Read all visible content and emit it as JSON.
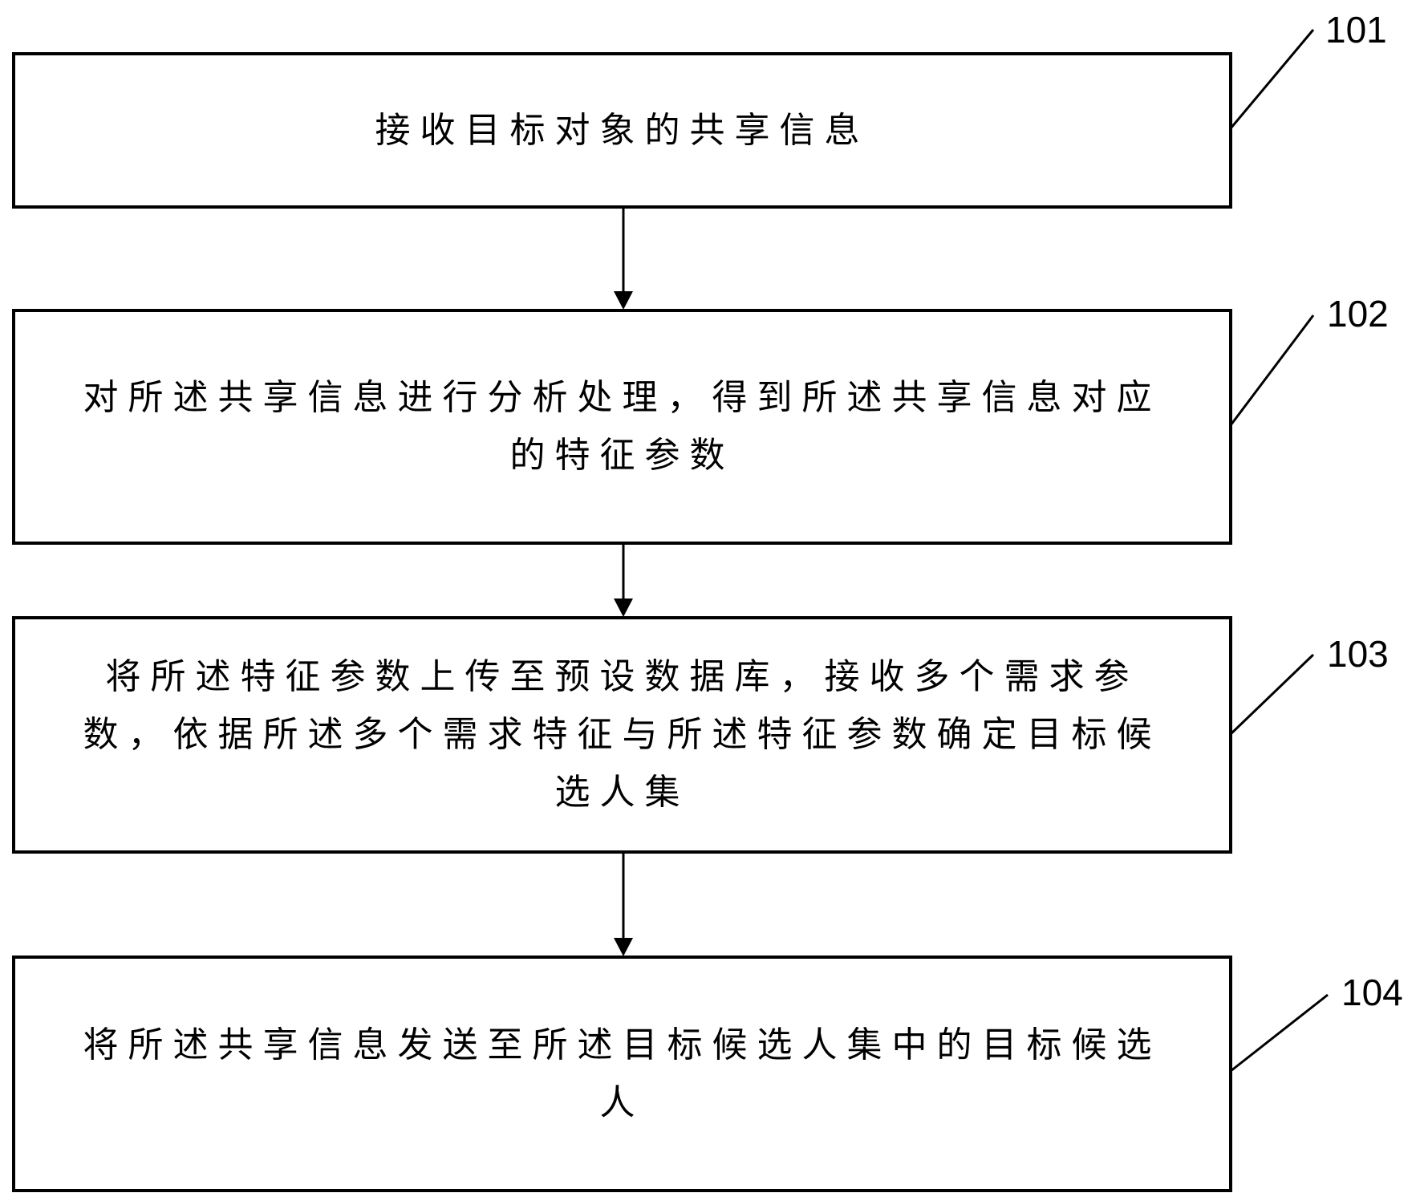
{
  "steps": [
    {
      "id": "101",
      "label": "101",
      "text": "接收目标对象的共享信息"
    },
    {
      "id": "102",
      "label": "102",
      "text": "对所述共享信息进行分析处理，得到所述共享信息对应的特征参数"
    },
    {
      "id": "103",
      "label": "103",
      "text": "将所述特征参数上传至预设数据库，接收多个需求参数，依据所述多个需求特征与所述特征参数确定目标候选人集"
    },
    {
      "id": "104",
      "label": "104",
      "text": "将所述共享信息发送至所述目标候选人集中的目标候选人"
    }
  ],
  "connections": [
    {
      "from": "101",
      "to": "102"
    },
    {
      "from": "102",
      "to": "103"
    },
    {
      "from": "103",
      "to": "104"
    }
  ],
  "colors": {
    "stroke": "#000000",
    "background": "#ffffff"
  }
}
